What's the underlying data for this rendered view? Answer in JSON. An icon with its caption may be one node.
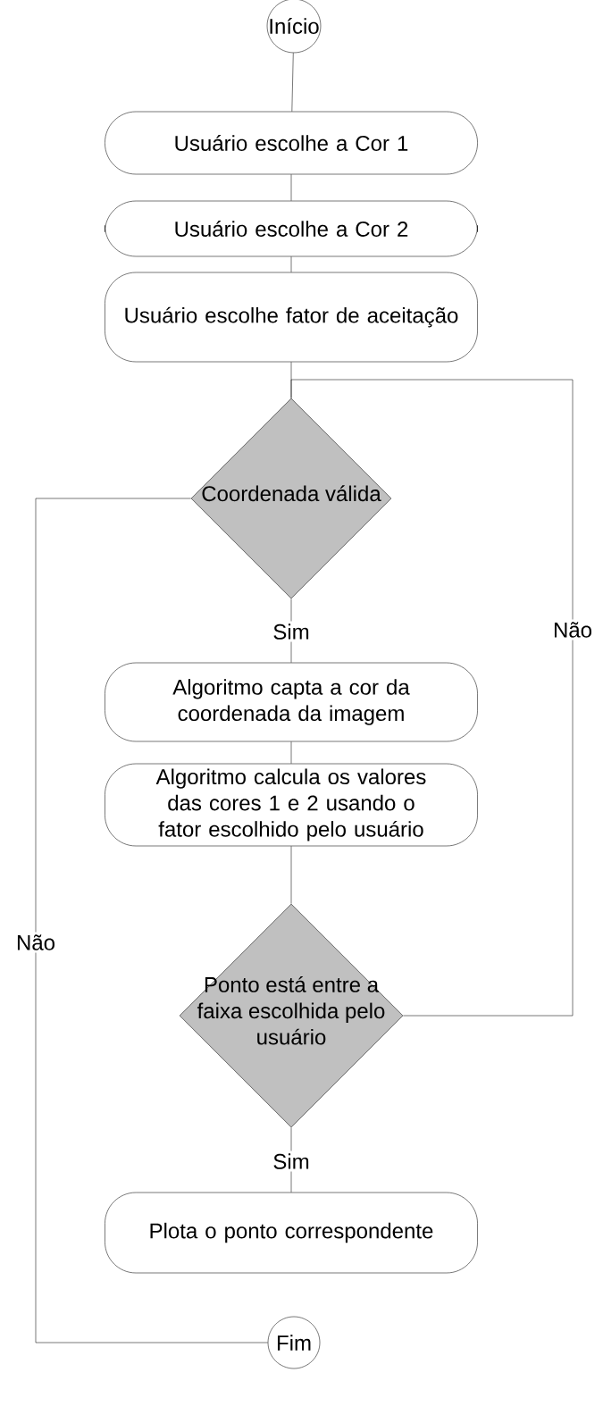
{
  "diagram": {
    "nodes": [
      {
        "text": [
          "Início"
        ]
      },
      {
        "text": [
          "Usuário escolhe a Cor 1"
        ]
      },
      {
        "text": [
          "Usuário escolhe a Cor 2"
        ]
      },
      {
        "text": [
          "Usuário escolhe fator de aceitação"
        ]
      },
      {
        "text": [
          "Coordenada válida"
        ]
      },
      {
        "text": [
          "Algoritmo capta a cor da coordenada da imagem"
        ]
      },
      {
        "text": [
          "Algoritmo calcula os valores das cores 1 e 2 usando o fator escolhido pelo usuário"
        ]
      },
      {
        "text": [
          "Ponto está entre a faixa escolhida pelo usuário"
        ]
      },
      {
        "text": [
          "Plota o ponto correspondente"
        ]
      },
      {
        "text": [
          "Fim"
        ]
      }
    ],
    "edges": [
      {
        "from": 0,
        "to": 1,
        "arrow": "none"
      },
      {
        "from": 1,
        "to": 2,
        "arrow": "none"
      },
      {
        "from": 2,
        "to": 3,
        "arrow": "none"
      },
      {
        "from": 3,
        "to": 4,
        "arrow": "none"
      },
      {
        "from": 4,
        "to": 5,
        "arrow": "none",
        "label": "Sim"
      },
      {
        "from": 5,
        "to": 6,
        "arrow": "none"
      },
      {
        "from": 6,
        "to": 7,
        "arrow": "none"
      },
      {
        "from": 7,
        "to": 8,
        "arrow": "none",
        "label": "Sim"
      },
      {
        "from": 7,
        "to": 4,
        "arrow": "none",
        "label": "Não"
      },
      {
        "from": 4,
        "to": 9,
        "arrow": "none",
        "label": "Não"
      }
    ]
  }
}
